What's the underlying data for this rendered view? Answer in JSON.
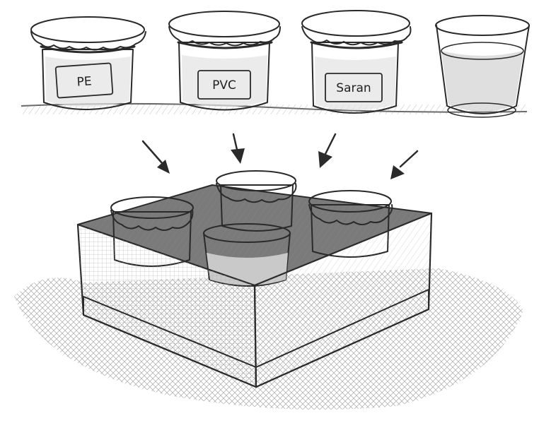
{
  "jars": [
    {
      "label": "PE"
    },
    {
      "label": "PVC"
    },
    {
      "label": "Saran"
    }
  ],
  "colors": {
    "ink": "#2a2a2a",
    "paper": "#ffffff",
    "glass": "#f3f3f3",
    "water": "#d9d9d9",
    "cover": "#efefef",
    "box": "#ececec",
    "shadow": "#9a9a9a"
  }
}
